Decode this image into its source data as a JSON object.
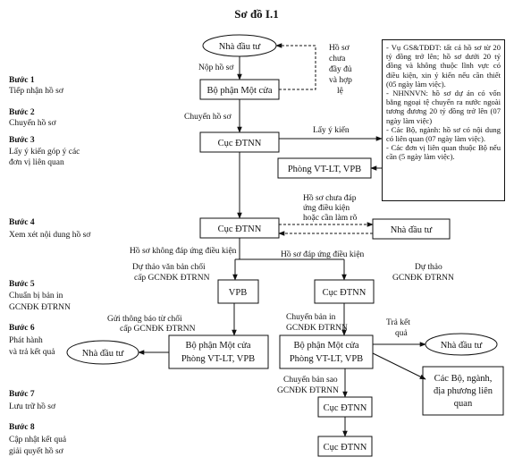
{
  "title": "Sơ đồ I.1",
  "steps": [
    {
      "label": "Bước 1",
      "desc": [
        "Tiếp nhận hồ sơ"
      ]
    },
    {
      "label": "Bước 2",
      "desc": [
        "Chuyển hồ sơ"
      ]
    },
    {
      "label": "Bước 3",
      "desc": [
        "Lấy ý kiến góp ý các",
        "đơn vị liên quan"
      ]
    },
    {
      "label": "Bước 4",
      "desc": [
        "Xem xét nội dung hồ sơ"
      ]
    },
    {
      "label": "Bước 5",
      "desc": [
        "Chuẩn bị bản in",
        "GCNĐK ĐTRNN"
      ]
    },
    {
      "label": "Bước 6",
      "desc": [
        "Phát hành",
        "và trả kết quả"
      ]
    },
    {
      "label": "Bước 7",
      "desc": [
        "Lưu trữ hồ sơ"
      ]
    },
    {
      "label": "Bước 8",
      "desc": [
        "Cập nhật kết quả",
        "giải quyết hồ sơ"
      ]
    }
  ],
  "nodes": {
    "investor_top": "Nhà đầu tư",
    "one_stop": "Bộ phận Một cửa",
    "cuc_1": "Cục ĐTNN",
    "phong_vt": "Phòng VT-LT, VPB",
    "cuc_2": "Cục ĐTNN",
    "investor_mid": "Nhà đầu tư",
    "vpb": "VPB",
    "cuc_3": "Cục ĐTNN",
    "one_stop_left": [
      "Bộ phận Một cửa",
      "Phòng VT-LT, VPB"
    ],
    "investor_left": "Nhà đầu tư",
    "one_stop_right": [
      "Bộ phận Một cửa",
      "Phòng VT-LT, VPB"
    ],
    "investor_right": "Nhà đầu tư",
    "ministries": [
      "Các Bộ, ngành,",
      "địa phương liên",
      "quan"
    ],
    "cuc_4": "Cục ĐTNN",
    "cuc_5": "Cục ĐTNN"
  },
  "edges": {
    "nop_ho_so": "Nộp hồ sơ",
    "chua_day_du": [
      "Hồ sơ",
      "chưa",
      "đầy đủ",
      "và hợp",
      "lệ"
    ],
    "chuyen_ho_so": "Chuyển hồ sơ",
    "lay_y_kien": "Lấy ý kiến",
    "chua_dap_ung": [
      "Hồ sơ chưa đáp",
      "ứng điều kiện",
      "hoặc cần làm rõ"
    ],
    "khong_dap_ung": "Hồ sơ không đáp ứng điều kiện",
    "dap_ung": "Hồ sơ đáp ứng điều kiện",
    "du_thao_tu_choi": [
      "Dự thảo văn bản chối",
      "cấp GCNĐK ĐTRNN"
    ],
    "du_thao": [
      "Dự thảo",
      "GCNĐK ĐTRNN"
    ],
    "gui_thong_bao": [
      "Gửi thông báo từ chối",
      "cấp GCNĐK ĐTRNN"
    ],
    "chuyen_ban_in": [
      "Chuyển bản in",
      "GCNĐK ĐTRNN"
    ],
    "tra_ket_qua": [
      "Trả kết",
      "quả"
    ],
    "chuyen_ban_sao": [
      "Chuyển bản sao",
      "GCNĐK ĐTRNN"
    ]
  },
  "note": [
    "- Vụ GS&TĐĐT: tất cả hồ sơ từ 20 tỷ đồng trở lên; hồ sơ dưới 20 tỷ đồng và không thuộc lĩnh vực có điều kiện, xin ý kiến nếu cần thiết (05 ngày làm việc).",
    "- NHNNVN: hồ sơ dự án có vốn bằng ngoại tệ chuyển ra nước ngoài tương đương 20 tỷ đồng trở lên (07 ngày làm việc)",
    "- Các Bộ, ngành: hồ sơ có nội dung có liên quan (07 ngày làm việc).",
    "- Các đơn vị liên quan thuộc Bộ nếu cần (5 ngày làm việc)."
  ]
}
